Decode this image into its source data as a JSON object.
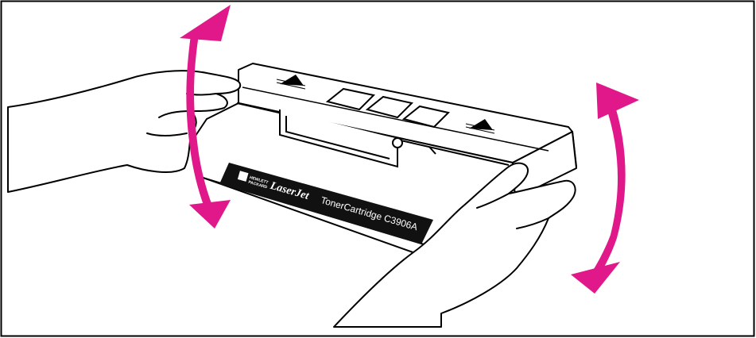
{
  "label": {
    "company_line1": "HEWLETT",
    "company_line2": "PACKARD",
    "brand": "LaserJet",
    "product": "TonerCartridge C3906A"
  },
  "colors": {
    "arrow": "#e0188a",
    "outline": "#000000",
    "background": "#ffffff",
    "label_band": "#111111"
  },
  "icons": {
    "left_arrow": "double-headed-curved-arrow",
    "right_arrow": "double-headed-curved-arrow",
    "direction_marks": "up-triangle-arrow"
  }
}
